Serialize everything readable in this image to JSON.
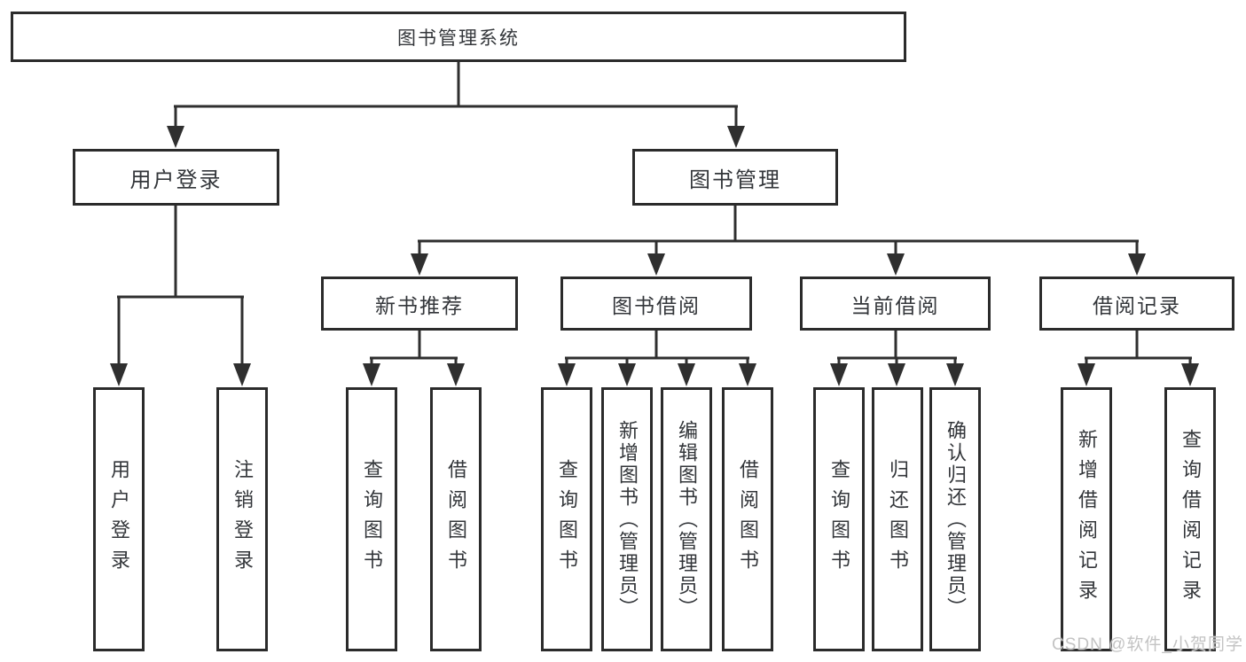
{
  "diagram": {
    "root": {
      "label": "图书管理系统"
    },
    "level2": [
      {
        "id": "user",
        "label": "用户登录"
      },
      {
        "id": "manage",
        "label": "图书管理"
      }
    ],
    "level3": [
      {
        "id": "recommend",
        "label": "新书推荐"
      },
      {
        "id": "borrow",
        "label": "图书借阅"
      },
      {
        "id": "current",
        "label": "当前借阅"
      },
      {
        "id": "records",
        "label": "借阅记录"
      }
    ],
    "leaves": {
      "user": [
        "用户登录",
        "注销登录"
      ],
      "recommend": [
        "查询图书",
        "借阅图书"
      ],
      "borrow": [
        "查询图书",
        "新增图书（管理员）",
        "编辑图书（管理员）",
        "借阅图书"
      ],
      "current": [
        "查询图书",
        "归还图书",
        "确认归还（管理员）"
      ],
      "records": [
        "新增借阅记录",
        "查询借阅记录"
      ]
    }
  },
  "watermark": {
    "text": "CSDN @软件_小贺同学"
  },
  "colors": {
    "line": "#2f2f2f",
    "box-border": "#2b2b2b",
    "text": "#33363a",
    "watermark": "#c3c3c3",
    "background": "#ffffff"
  }
}
